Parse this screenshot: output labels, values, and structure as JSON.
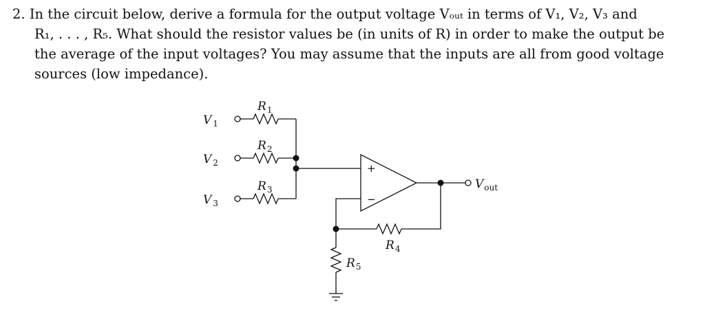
{
  "problem": {
    "number": "2.",
    "lines": [
      "In the circuit below, derive a formula for the output voltage Vₒᵤₜ in terms of V₁, V₂, V₃ and",
      "R₁, . . . , R₅. What should the resistor values be (in units of R) in order to make the output be",
      "the average of the input voltages? You may assume that the inputs are all from good voltage",
      "sources (low impedance)."
    ]
  },
  "circuit": {
    "inputs": [
      {
        "name": "V",
        "sub": "1"
      },
      {
        "name": "V",
        "sub": "2"
      },
      {
        "name": "V",
        "sub": "3"
      }
    ],
    "input_resistors": [
      {
        "name": "R",
        "sub": "1"
      },
      {
        "name": "R",
        "sub": "2"
      },
      {
        "name": "R",
        "sub": "3"
      }
    ],
    "feedback_resistor": {
      "name": "R",
      "sub": "4"
    },
    "ground_resistor": {
      "name": "R",
      "sub": "5"
    },
    "output": {
      "name": "V",
      "sub": "out"
    },
    "opamp": {
      "plus": "+",
      "minus": "−"
    }
  }
}
